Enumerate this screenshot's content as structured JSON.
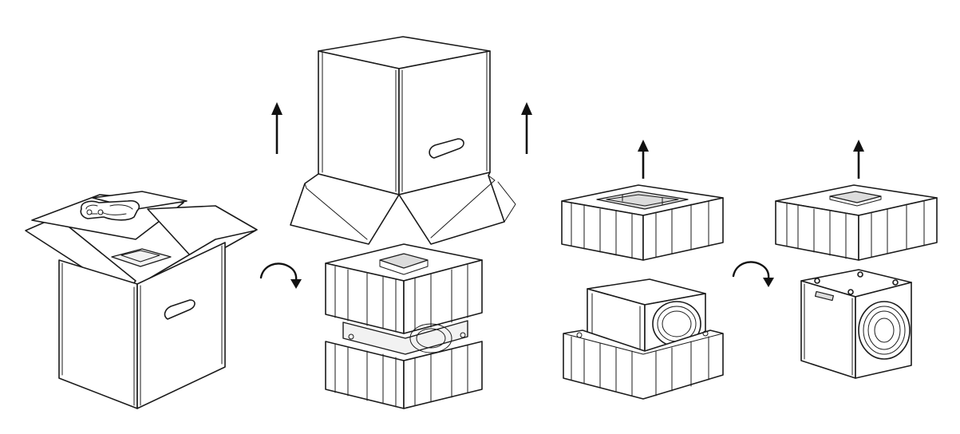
{
  "diagram": {
    "steps": [
      {
        "id": "step-1",
        "depicts": "open-shipping-box-with-accessories-on-top"
      },
      {
        "id": "step-2",
        "depicts": "lift-outer-box-off-upturned-foam"
      },
      {
        "id": "step-3",
        "depicts": "remove-top-foam-from-speaker"
      },
      {
        "id": "step-4",
        "depicts": "unpacked-speaker"
      }
    ],
    "icons": {
      "lift": "arrow-up-icon",
      "flip": "rotate-clockwise-icon"
    },
    "colors": {
      "line": "#1a1a1a",
      "background": "#ffffff"
    }
  }
}
